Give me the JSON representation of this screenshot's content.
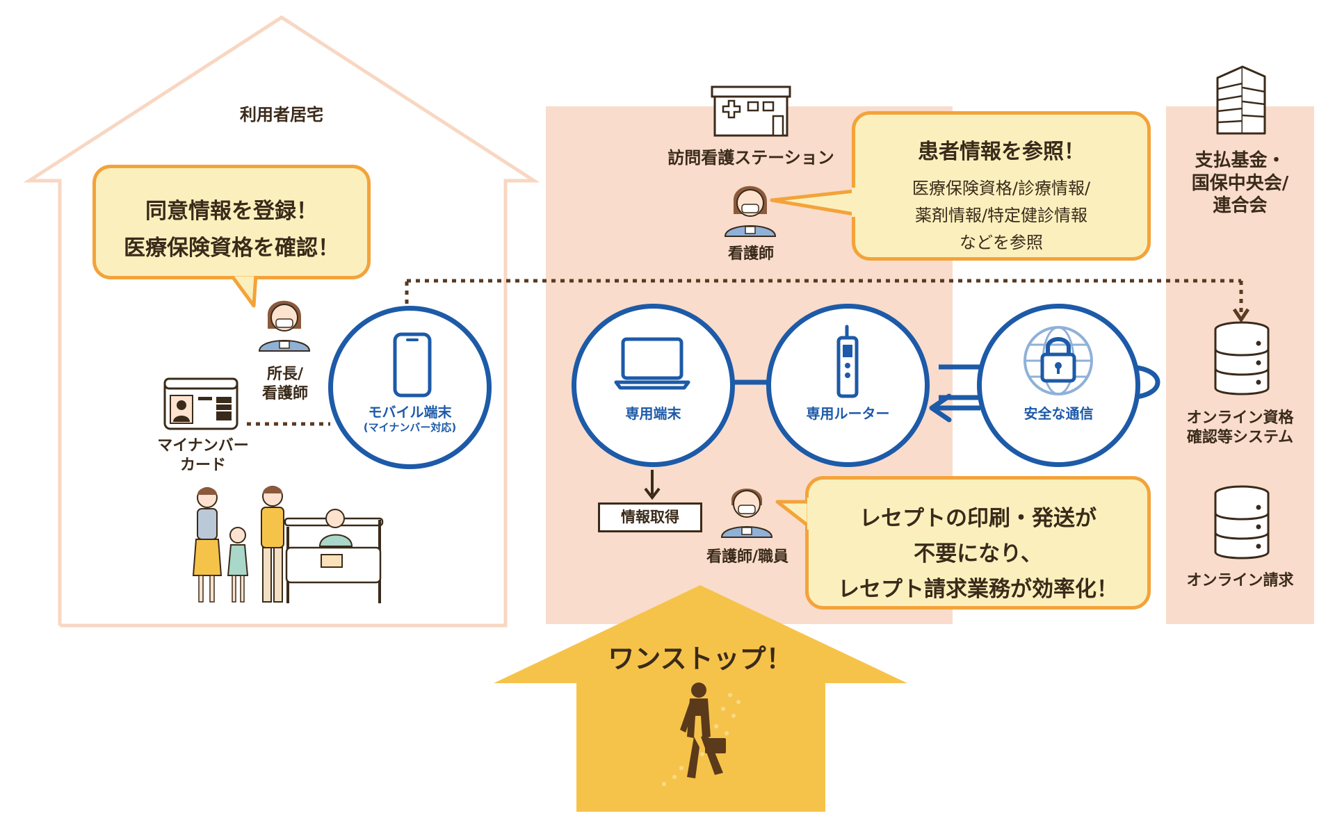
{
  "home": {
    "title": "利用者居宅",
    "bubble_line1": "同意情報を登録！",
    "bubble_line2": "医療保険資格を確認！",
    "staff_label": "所長/\n看護師",
    "card_label": "マイナンバー\nカード",
    "mobile_label": "モバイル端末",
    "mobile_sub": "(マイナンバー対応)"
  },
  "station": {
    "title": "訪問看護ステーション",
    "nurse_label": "看護師",
    "bubble_title": "患者情報を参照！",
    "bubble_line1": "医療保険資格/診療情報/",
    "bubble_line2": "薬剤情報/特定健診情報",
    "bubble_line3": "などを参照",
    "terminal_label": "専用端末",
    "router_label": "専用ルーター",
    "secure_label": "安全な通信",
    "info_get": "情報取得",
    "staff_label": "看護師/職員",
    "receipt_line1": "レセプトの印刷・発送が",
    "receipt_line2": "不要になり、",
    "receipt_line3": "レセプト請求業務が効率化！"
  },
  "fund": {
    "title": "支払基金・\n国保中央会/\n連合会",
    "system1": "オンライン資格\n確認等システム",
    "system2": "オンライン請求"
  },
  "onestop": {
    "label": "ワンストップ！"
  },
  "colors": {
    "blue": "#1d5aa8",
    "panel": "#f9dccb",
    "bubble_fill": "#fbf0bd",
    "bubble_border": "#f3a33a",
    "arrow_yellow": "#f6c34a",
    "house_outline": "#f8d7c2"
  }
}
